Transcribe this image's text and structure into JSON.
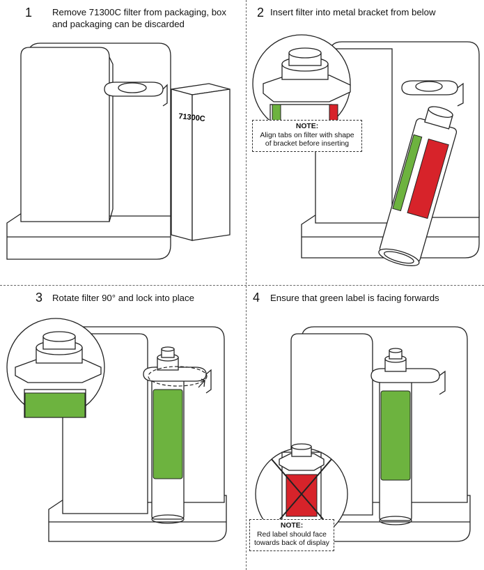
{
  "steps": [
    {
      "number": "1",
      "text": "Remove 71300C filter from packaging, box and packaging can be discarded"
    },
    {
      "number": "2",
      "text": "Insert filter into metal bracket from below"
    },
    {
      "number": "3",
      "text": "Rotate filter 90° and lock into place"
    },
    {
      "number": "4",
      "text": "Ensure that green label is facing forwards"
    }
  ],
  "box_label": "71300C",
  "notes": {
    "step2": {
      "title": "NOTE:",
      "body": "Align tabs on filter with shape\nof bracket before inserting"
    },
    "step4": {
      "title": "NOTE:",
      "body": "Red label should face\ntowards back of display"
    }
  },
  "colors": {
    "green_label": "#6db33f",
    "red_label": "#d7232a",
    "outline": "#222222"
  }
}
